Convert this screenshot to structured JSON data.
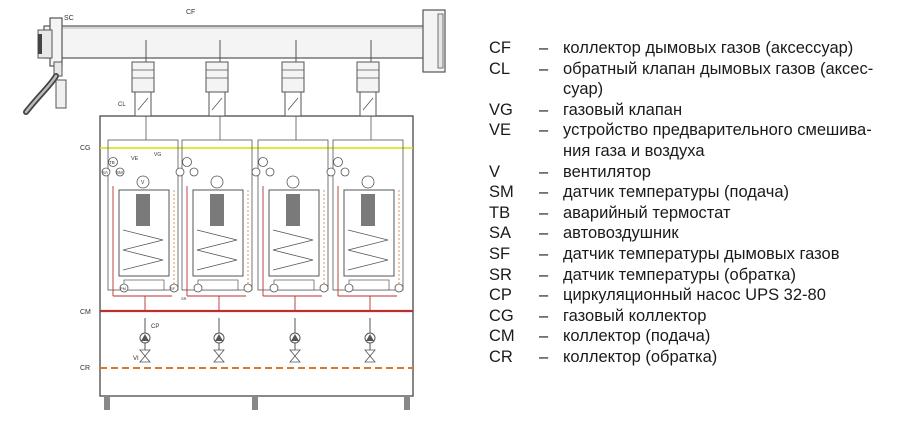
{
  "diagram": {
    "labels": {
      "sc": "SC",
      "cf": "CF",
      "cl": "CL",
      "cg": "CG",
      "cm": "CM",
      "cr": "CR",
      "tb": "TB",
      "sa": "SA",
      "sm": "SM",
      "ve": "VE",
      "vg": "VG",
      "v": "V",
      "cp": "CP",
      "vi": "VI",
      "pm": "PM",
      "sf": "SF",
      "sr": "SR"
    },
    "colors": {
      "line": "#555555",
      "gas": "#d9e000",
      "supply": "#b8312f",
      "return": "#e0762a",
      "pipe_fill": "#f4f4f4",
      "coil_core": "#7a7a7a"
    },
    "modules": 4
  },
  "legend": [
    {
      "code": "CF",
      "dash": "–",
      "text": "коллектор дымовых газов (аксессуар)"
    },
    {
      "code": "CL",
      "dash": "–",
      "text": "обратный клапан дымовых газов (аксес- суар)"
    },
    {
      "code": "VG",
      "dash": "–",
      "text": "газовый клапан"
    },
    {
      "code": "VE",
      "dash": "–",
      "text": "устройство предварительного смешива- ния газа и воздуха"
    },
    {
      "code": "V",
      "dash": "–",
      "text": "вентилятор"
    },
    {
      "code": "SM",
      "dash": "–",
      "text": "датчик температуры (подача)"
    },
    {
      "code": "TB",
      "dash": "–",
      "text": "аварийный термостат"
    },
    {
      "code": "SA",
      "dash": "–",
      "text": "автовоздушник"
    },
    {
      "code": "SF",
      "dash": "–",
      "text": "датчик температуры дымовых газов"
    },
    {
      "code": "SR",
      "dash": "–",
      "text": "датчик температуры (обратка)"
    },
    {
      "code": "CP",
      "dash": "–",
      "text": "циркуляционный насос UPS 32-80"
    },
    {
      "code": "CG",
      "dash": "–",
      "text": "газовый коллектор"
    },
    {
      "code": "CM",
      "dash": "–",
      "text": "коллектор (подача)"
    },
    {
      "code": "CR",
      "dash": "–",
      "text": "коллектор (обратка)"
    }
  ]
}
